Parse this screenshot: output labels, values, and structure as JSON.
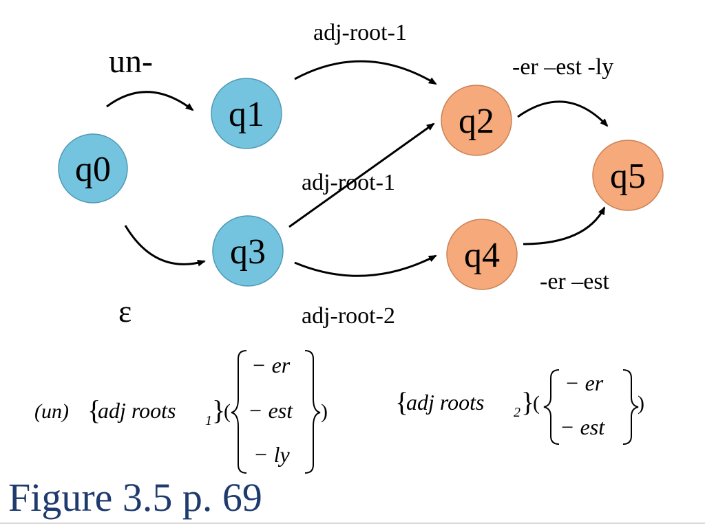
{
  "diagram": {
    "nodes": [
      {
        "id": "q0",
        "label": "q0",
        "fill": "#74c4e0"
      },
      {
        "id": "q1",
        "label": "q1",
        "fill": "#74c4e0"
      },
      {
        "id": "q2",
        "label": "q2",
        "fill": "#f6a97a"
      },
      {
        "id": "q3",
        "label": "q3",
        "fill": "#74c4e0"
      },
      {
        "id": "q4",
        "label": "q4",
        "fill": "#f6a97a"
      },
      {
        "id": "q5",
        "label": "q5",
        "fill": "#f6a97a"
      }
    ],
    "edges": [
      {
        "from": "q0",
        "to": "q1",
        "label": "un-"
      },
      {
        "from": "q0",
        "to": "q3",
        "label": "ε"
      },
      {
        "from": "q1",
        "to": "q2",
        "label": "adj-root-1"
      },
      {
        "from": "q3",
        "to": "q2",
        "label": "adj-root-1"
      },
      {
        "from": "q3",
        "to": "q4",
        "label": "adj-root-2"
      },
      {
        "from": "q2",
        "to": "q5",
        "label": "-er –est -ly"
      },
      {
        "from": "q4",
        "to": "q5",
        "label": "-er –est"
      }
    ]
  },
  "formulas": {
    "left": {
      "prefix": "(un)",
      "set": "adj roots",
      "subscript": "1",
      "suffixes": [
        "− er",
        "− est",
        "− ly"
      ]
    },
    "right": {
      "set": "adj roots",
      "subscript": "2",
      "suffixes": [
        "− er",
        "− est"
      ]
    }
  },
  "caption": "Figure 3.5 p. 69",
  "colors": {
    "start_state": "#74c4e0",
    "other_state": "#f6a97a",
    "caption": "#1f3b6e"
  }
}
